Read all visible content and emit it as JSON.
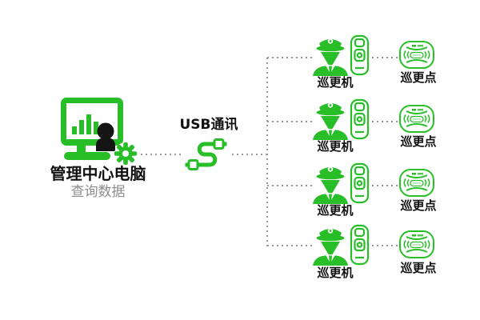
{
  "diagram": {
    "computer": {
      "label": "管理中心电脑",
      "sublabel": "查询数据"
    },
    "usb": {
      "label": "USB通讯"
    },
    "rows": [
      {
        "machine": "巡更机",
        "point": "巡更点"
      },
      {
        "machine": "巡更机",
        "point": "巡更点"
      },
      {
        "machine": "巡更机",
        "point": "巡更点"
      },
      {
        "machine": "巡更机",
        "point": "巡更点"
      }
    ],
    "icons": {
      "computer": "management-computer-icon",
      "usb": "usb-cable-icon",
      "machine": "patrol-guard-device-icon",
      "point": "checkpoint-tag-icon"
    },
    "colors": {
      "green": "#28BE28",
      "silhouette_dark": "#141414",
      "connector_dots": "#999999",
      "text": "#111111",
      "subtext": "#8d8d8d",
      "background": "#ffffff"
    }
  }
}
